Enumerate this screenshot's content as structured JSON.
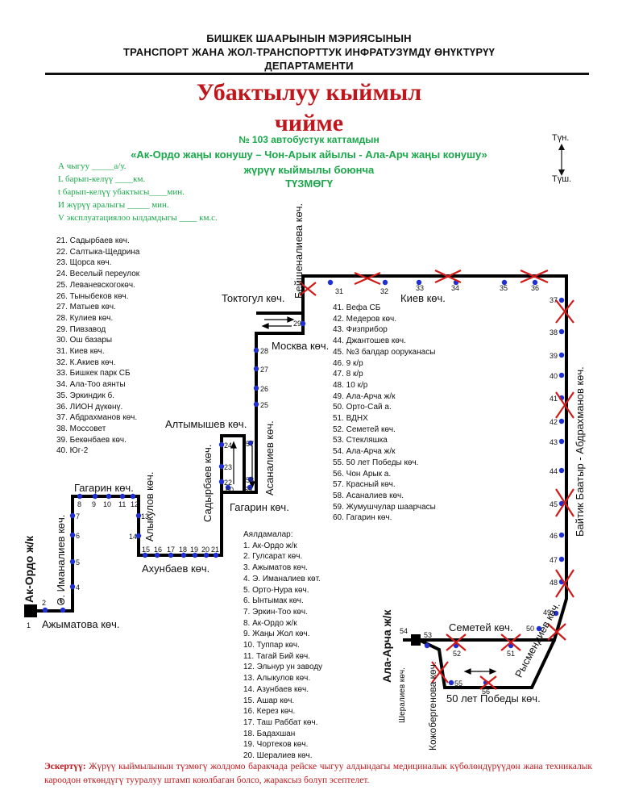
{
  "header": {
    "line1": "БИШКЕК ШААРЫНЫН  МЭРИЯСЫНЫН",
    "line2": "ТРАНСПОРТ ЖАНА ЖОЛ-ТРАНСПОРТТУК ИНФРАТУЗҮМДҮ ӨНҮКТҮРҮҮ",
    "line3": "ДЕПАРТАМЕНТИ"
  },
  "title": {
    "line1": "Убактылуу кыймыл",
    "line2": "чийме"
  },
  "route": {
    "number_line": "№ 103  автобустук каттамдын",
    "name_line": "«Ак-Ордо жаңы конушу – Чон-Арык айылы - Ала-Арч жаңы конушу»",
    "movement_line": "жүрүү кыймылы боюнча",
    "tuzmogu": "ТҮЗМӨГҮ"
  },
  "compass": {
    "north": "Түн.",
    "south": "Түш."
  },
  "params": [
    "А чыгуу  _____а/у.",
    "L барып-келүү ____км.",
    "t барып-келүү убактысы____мин.",
    "И жүрүү аралыгы _____ мин.",
    "V эксплуатациялоо ылдамдыгы ____ км.с."
  ],
  "stops_left": [
    "21. Садырбаев көч.",
    "22. Салтыка-Щедрина",
    "23. Щорса көч.",
    "24. Веселый переулок",
    "25. Леваневскогокөч.",
    "26. Тыныбеков көч.",
    "27. Матыев көч.",
    "28. Кулиев көч.",
    "29. Пивзавод",
    "30. Ош базары",
    "31. Киев көч.",
    "32. К.Акиев көч.",
    "33. Бишкек парк СБ",
    "34. Ала-Тоо аянты",
    "35. Эркиндик б.",
    "36. ЛИОН дүкөнү.",
    "37. Абдрахманов көч.",
    "38. Моссовет",
    "39. Бекөнбаев көч.",
    "40. Юг-2"
  ],
  "stops_right": [
    "41. Вефа СБ",
    "42. Медеров көч.",
    "43. Физприбор",
    "44. Джантошев көч.",
    "45. №3 балдар ооруканасы",
    "46. 9 к/р",
    "47. 8 к/р",
    "48. 10 к/р",
    "49. Ала-Арча ж/к",
    "50. Орто-Сай а.",
    "51. ВДНХ",
    "52. Семетей көч.",
    "53. Стекляшка",
    "54. Ала-Арча ж/к",
    "55. 50 лет Победы көч.",
    "56. Чон Арык а.",
    "57. Красный көч.",
    "58. Асаналиев көч.",
    "59. Жумушчулар шаарчасы",
    "60. Гагарин көч."
  ],
  "stops_heading": "Аялдамалар:",
  "stops_bottom": [
    "1. Ак-Ордо ж/к",
    "2. Гулсарат көч.",
    "3. Ажыматов көч.",
    "4. Э. Иманалиев көт.",
    "5. Орто-Нура көч.",
    "6. Ынтымак көч.",
    "7. Эркин-Тоо көч.",
    "8. Ак-Ордо ж/к",
    "9. Жаңы Жол көч.",
    "10. Туппар көч.",
    "11. Тагай Бий көч.",
    "12. Эльнур ун заводу",
    "13. Алыкулов көч.",
    "14. Азунбаев көч.",
    "15. Ашар көч.",
    "16. Керез көч.",
    "17. Таш Раббат көч.",
    "18. Бадахшан",
    "19. Чортеков көч.",
    "20. Шералиев көч."
  ],
  "streets": {
    "toktogul": "Токтогул көч.",
    "kiev": "Киев көч.",
    "moskva": "Москва көч.",
    "beishenalieva": "Бейшеналиева көч.",
    "baitik": "Байтик Баатыр - Абдрахманов көч.",
    "altymyshev": "Алтымышев көч.",
    "asanaliev": "Асаналиев көч.",
    "sadyrbaev": "Садырбаев көч.",
    "gagarin_mid": "Гагарин көч.",
    "gagarin_left": "Гагарин көч.",
    "alykulov": "Алыкулов көч.",
    "imanaliev": "Э. Иманалиев көч.",
    "ak_ordo": "Ак-Ордо ж/к",
    "azhymatova": "Ажыматова көч.",
    "akhunbaev": "Ахунбаев көч.",
    "ala_archa": "Ала-Арча ж/к",
    "semetei": "Семетей көч.",
    "rysmendiev": "Рысмендиев көч.",
    "sheraliev": "Шералиев көч.",
    "kozhobergenov": "Кожобергенова көч.",
    "pobedy": "50 лет Победы көч."
  },
  "stop_numbers": {
    "n1": "1",
    "n2": "2",
    "n3": "3",
    "n4": "4",
    "n5": "5",
    "n6": "6",
    "n7": "7",
    "n8": "8",
    "n9": "9",
    "n10": "10",
    "n11": "11",
    "n12": "12",
    "n13": "13",
    "n14": "14",
    "n15": "15",
    "n16": "16",
    "n17": "17",
    "n18": "18",
    "n19": "19",
    "n20": "20",
    "n21": "21",
    "n22": "22",
    "n23": "23",
    "n24": "24",
    "n25": "25",
    "n26": "26",
    "n27": "27",
    "n28": "28",
    "n29": "29",
    "n31": "31",
    "n32": "32",
    "n33": "33",
    "n34": "34",
    "n35": "35",
    "n36": "36",
    "n37": "37",
    "n38": "38",
    "n39": "39",
    "n40": "40",
    "n41": "41",
    "n42": "42",
    "n43": "43",
    "n44": "44",
    "n45": "45",
    "n46": "46",
    "n47": "47",
    "n48": "48",
    "n49": "49",
    "n50": "50",
    "n51": "51",
    "n52": "52",
    "n53": "53",
    "n54": "54",
    "n55": "55",
    "n56": "56",
    "n57": "57",
    "n58": "58",
    "n59": "59",
    "n60": "60"
  },
  "note": {
    "label": "Эскертүү:",
    "text": " Жүрүү кыймылынын түзмөгү жолдомо баракчада рейске чыгуу алдындагы медициналык күбөлөндүрүүдөн жана техникалык кароодон өткөндүгү тууралуу штамп коюлбаган болсо, жараксыз болуп эсептелет."
  },
  "colors": {
    "title": "#c0161b",
    "green": "#1aa84a",
    "route": "#000000",
    "stop": "#1f2fd6",
    "cancel": "#d01a1a"
  }
}
